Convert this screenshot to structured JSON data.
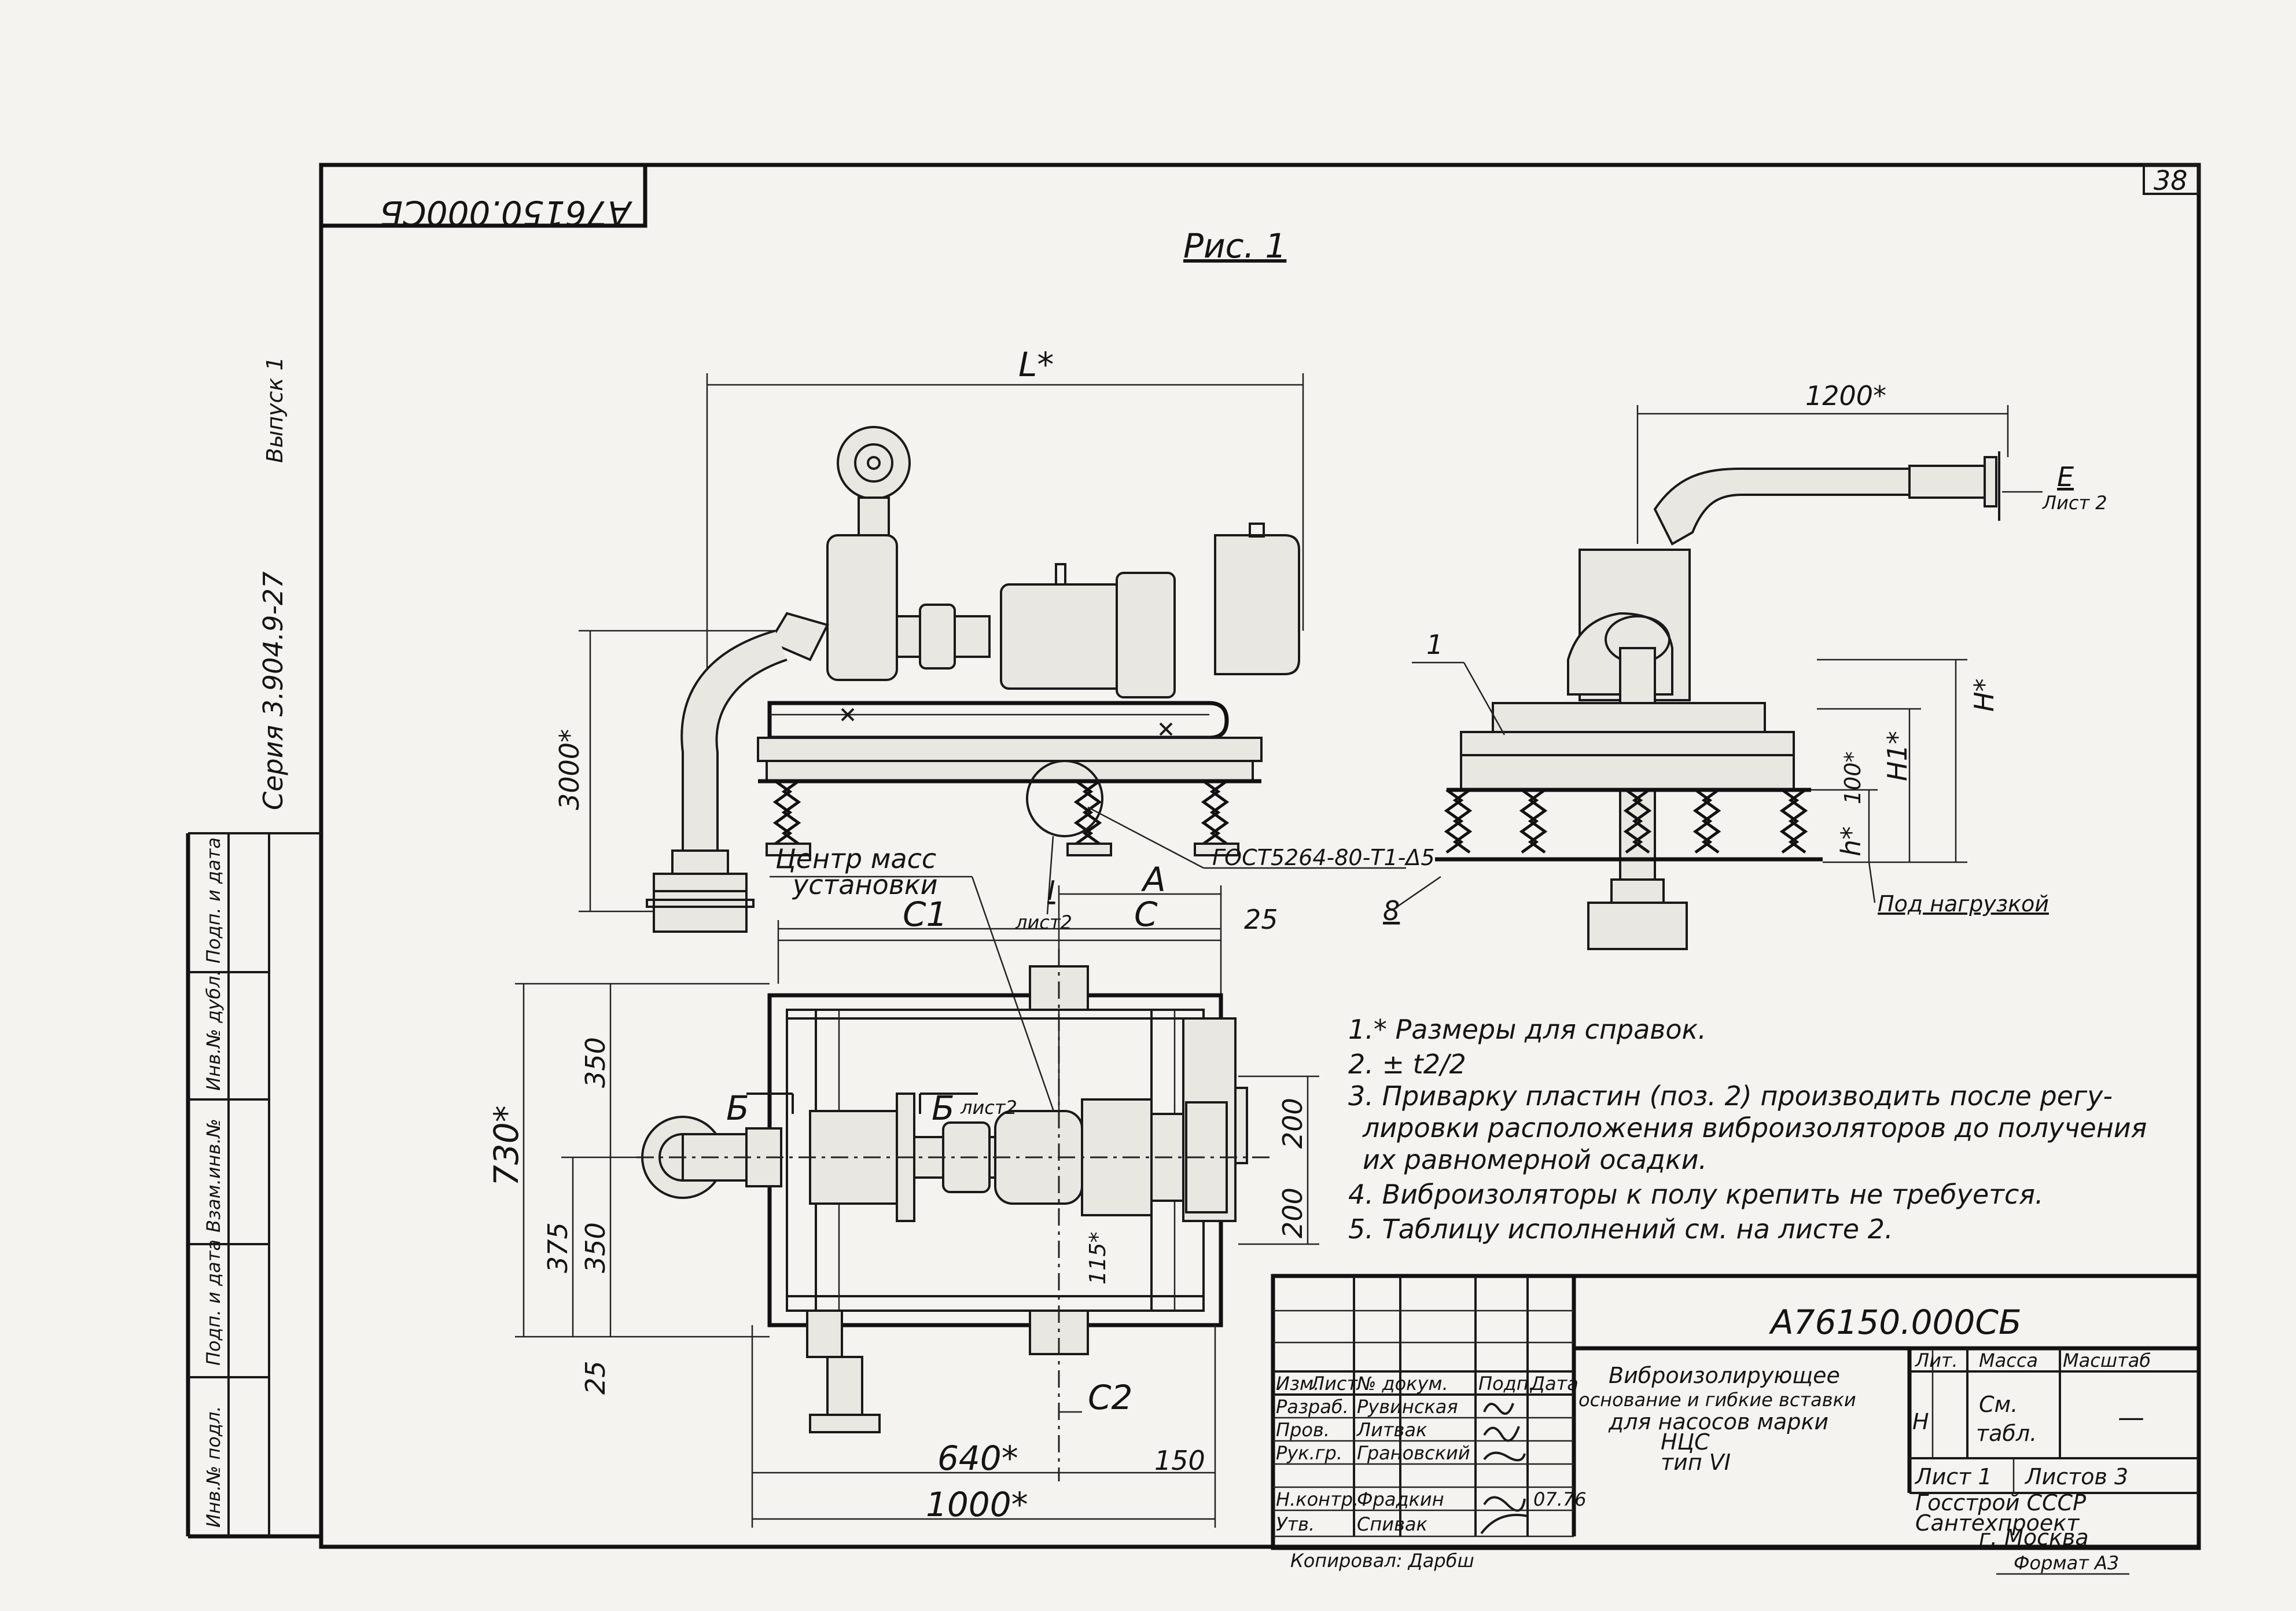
{
  "stamp_top_left": "А76150.000СБ",
  "sheet_number": "38",
  "figure_title": "Рис. 1",
  "side_text": {
    "release": "Выпуск 1",
    "series": "Серия 3.904.9-27"
  },
  "side_stamp_columns": [
    "Инв.№ подл.",
    "Подп. и дата",
    "Взам.инв.№",
    "Инв.№ дубл.",
    "Подп. и дата"
  ],
  "front_view": {
    "dim_length": "L*",
    "dim_height": "3000*",
    "label_center_mass_1": "Центр масс",
    "label_center_mass_2": "установки",
    "callout_I": "I",
    "callout_sheet": "лист2",
    "label_gost": "ГОСТ5264-80-Т1-Δ5",
    "pos_8": "8"
  },
  "side_view": {
    "dim_1200": "1200*",
    "label_E": "Е",
    "label_E_sheet": "Лист 2",
    "pos_1": "1",
    "dim_H": "H*",
    "dim_H1": "H1*",
    "dim_h": "h*",
    "dim_100": "100*",
    "label_under_load": "Под нагрузкой"
  },
  "plan_view": {
    "dim_A": "А",
    "dim_C1": "C1",
    "dim_C": "C",
    "dim_25_top": "25",
    "dim_730": "730*",
    "dim_350_top": "350",
    "dim_350_bottom": "350",
    "dim_375": "375",
    "dim_25_left": "25",
    "dim_200_top": "200",
    "dim_200_bottom": "200",
    "dim_115": "115*",
    "dim_C2": "C2",
    "dim_640": "640*",
    "dim_150": "150",
    "dim_1000": "1000*",
    "label_B_left": "Б",
    "label_B_right": "Б",
    "label_B_sheet": "лист2"
  },
  "notes": [
    "1.* Размеры для справок.",
    "2. ± t2/2",
    "3. Приварку пластин (поз. 2) производить после регу-",
    "лировки расположения виброизоляторов до получения",
    "их равномерной осадки.",
    "4. Виброизоляторы к полу крепить не требуется.",
    "5. Таблицу исполнений см. на листе 2."
  ],
  "title_block": {
    "designation": "А76150.000СБ",
    "title_lines": [
      "Виброизолирующее",
      "основание и гибкие вставки",
      "для насосов марки",
      "НЦС",
      "тип VI"
    ],
    "header_cols": [
      "Изм.",
      "Лист",
      "№ докум.",
      "Подп.",
      "Дата"
    ],
    "rows": [
      {
        "role": "Разраб.",
        "name": "Рувинская"
      },
      {
        "role": "Пров.",
        "name": "Литвак"
      },
      {
        "role": "Рук.гр.",
        "name": "Грановский"
      },
      {
        "role": "Н.контр.",
        "name": "Фрадкин"
      },
      {
        "role": "Утв.",
        "name": "Спивак"
      }
    ],
    "date_mark": "07.76",
    "lit_header": "Лит.",
    "mass_header": "Масса",
    "scale_header": "Масштаб",
    "lit_value": "Н",
    "mass_value_1": "См.",
    "mass_value_2": "табл.",
    "scale_value": "—",
    "sheet_label": "Лист 1",
    "sheets_label": "Листов 3",
    "org_line_1": "Госстрой СССР",
    "org_line_2": "Сантехпроект",
    "org_line_3": "г. Москва"
  },
  "copied_by": "Копировал: Дарбш",
  "format": "Формат А3"
}
